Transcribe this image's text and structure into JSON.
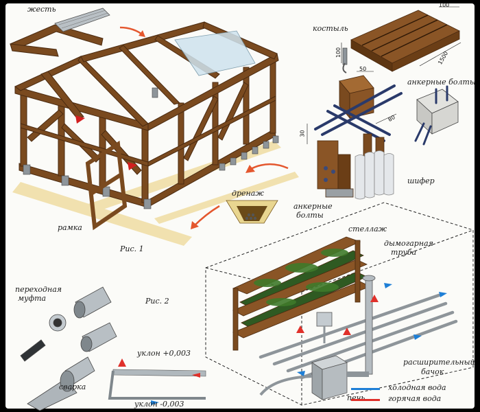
{
  "figures": {
    "fig1": "Рис. 1",
    "fig2": "Рис. 2"
  },
  "labels": {
    "zhest": "жесть",
    "kostyl": "костыль",
    "ankernye_bolty_top": "анкерные болты",
    "shifer": "шифер",
    "drenazh": "дренаж",
    "ankernye_bolty_bottom_1": "анкерные",
    "ankernye_bolty_bottom_2": "болты",
    "ramka": "рамка",
    "stellazh": "стеллаж",
    "dymogarnaya_1": "дымогарная",
    "dymogarnaya_2": "труба",
    "perekhodnaya_1": "переходная",
    "perekhodnaya_2": "муфта",
    "svarka": "сварка",
    "uklon_plus": "уклон +0,003",
    "uklon_minus": "уклон -0,003",
    "rasshiritelny_1": "расширительный",
    "rasshiritelny_2": "бачок",
    "pech": "печь"
  },
  "dimensions": {
    "d100_top": "100",
    "d100_side": "100",
    "d1500": "1500",
    "d50": "50",
    "d80": "80",
    "d30": "30"
  },
  "legend": {
    "cold": "холодная вода",
    "hot": "горячая вода",
    "cold_color": "#1e7fd6",
    "hot_color": "#e0302a"
  },
  "colors": {
    "wood": "#7a4a1f",
    "wood_dark": "#4a2a10",
    "metal": "#9aa3a8",
    "plants": "#2f5a22",
    "arrow": "#e4572e"
  }
}
